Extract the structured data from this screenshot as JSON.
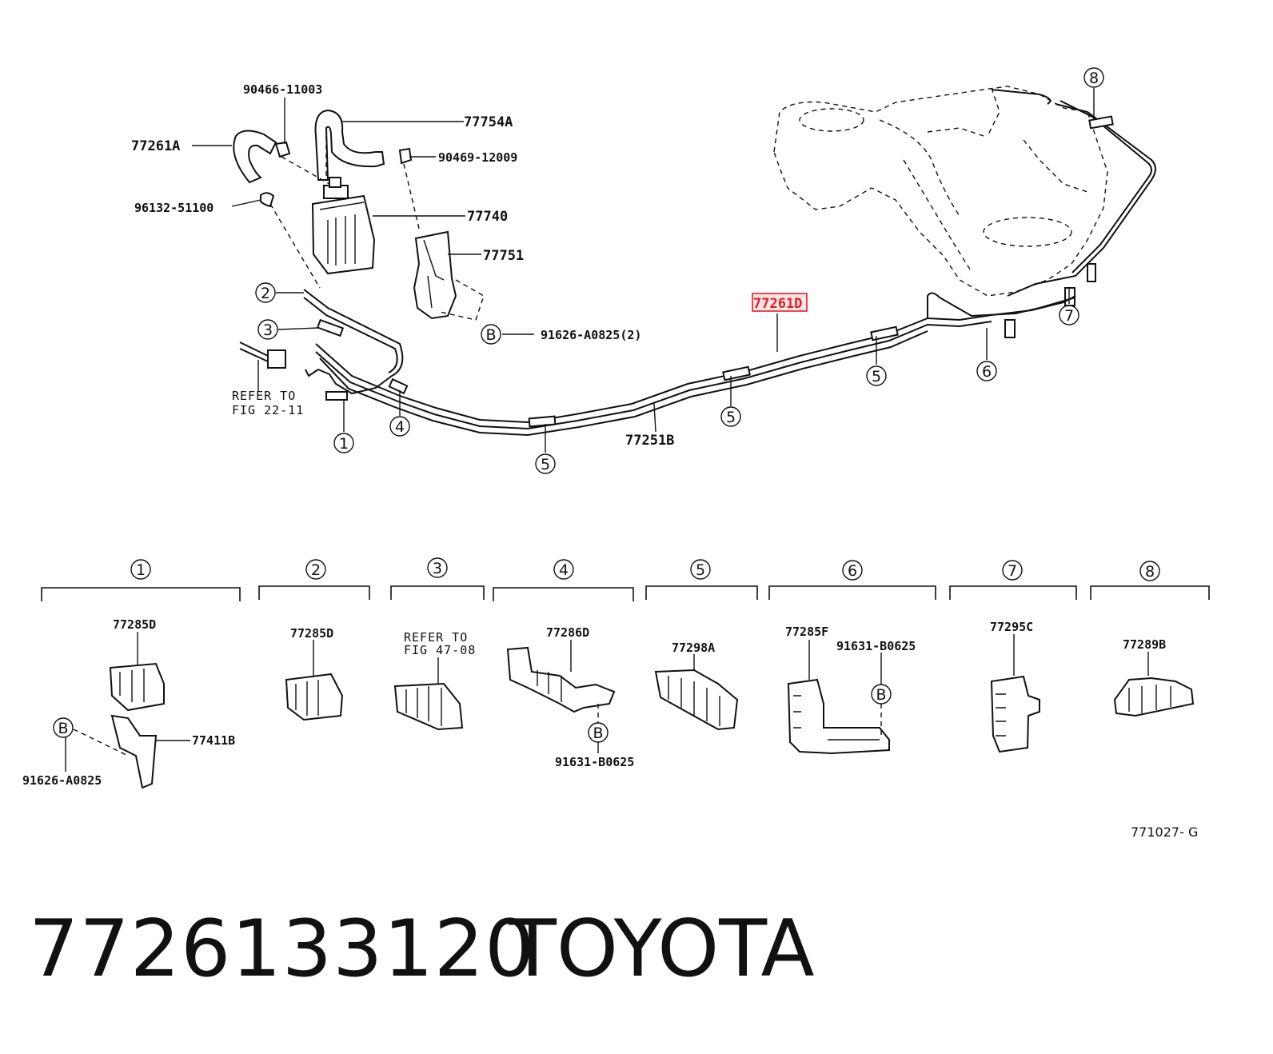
{
  "labels": {
    "l_90466": "90466-11003",
    "l_77754A": "77754A",
    "l_77261A": "77261A",
    "l_90469": "90469-12009",
    "l_96132": "96132-51100",
    "l_77740": "77740",
    "l_77751": "77751",
    "l_91626_2": "91626-A0825(2)",
    "l_77261D": "77261D",
    "l_77251B": "77251B",
    "refer_1": "REFER TO",
    "refer_2": "FIG 22-11"
  },
  "callouts": {
    "c1": "1",
    "c2": "2",
    "c3": "3",
    "c4": "4",
    "c5": "5",
    "c6": "6",
    "c7": "7",
    "c8": "8",
    "cB": "B"
  },
  "highlight_color": "#e0202a",
  "sections": [
    {
      "num": "1",
      "part": "77285D",
      "extra": "77411B",
      "bolt": "91626-A0825",
      "b": "B"
    },
    {
      "num": "2",
      "part": "77285D"
    },
    {
      "num": "3",
      "refer1": "REFER TO",
      "refer2": "FIG 47-08"
    },
    {
      "num": "4",
      "part": "77286D",
      "bolt": "91631-B0625",
      "b": "B"
    },
    {
      "num": "5",
      "part": "77298A"
    },
    {
      "num": "6",
      "part": "77285F",
      "bolt": "91631-B0625",
      "b": "B"
    },
    {
      "num": "7",
      "part": "77295C"
    },
    {
      "num": "8",
      "part": "77289B"
    }
  ],
  "figure_code": "771027- G",
  "footer": {
    "part_number": "7726133120",
    "brand": "TOYOTA"
  }
}
